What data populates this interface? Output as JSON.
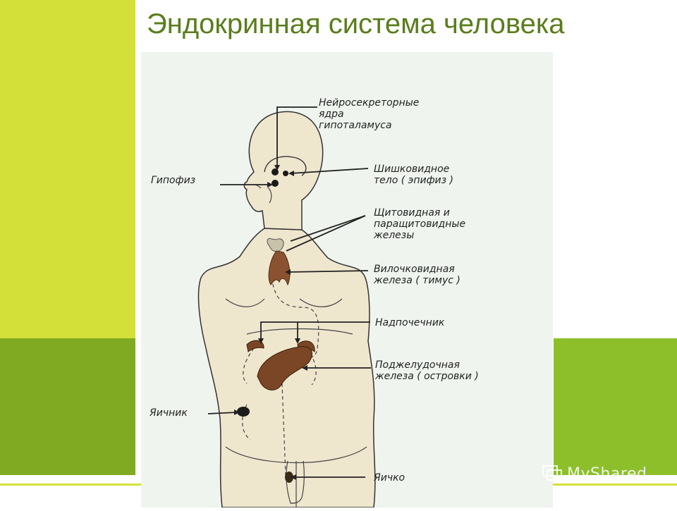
{
  "slide": {
    "title": "Эндокринная система человека"
  },
  "diagram": {
    "labels": {
      "neurosecretory_1": "Нейросекреторные",
      "neurosecretory_2": "ядра",
      "neurosecretory_3": "гипоталамуса",
      "pineal_1": "Шишковидное",
      "pineal_2": "тело ( эпифиз )",
      "pituitary": "Гипофиз",
      "thyroid_1": "Щитовидная и",
      "thyroid_2": "паращитовидные",
      "thyroid_3": "железы",
      "thymus_1": "Вилочковидная",
      "thymus_2": "железа ( тимус )",
      "adrenal": "Надпочечник",
      "pancreas_1": "Поджелудочная",
      "pancreas_2": "железа ( островки )",
      "ovary": "Яичник",
      "testis": "Яичко"
    }
  },
  "watermark": {
    "text": "MyShared"
  }
}
